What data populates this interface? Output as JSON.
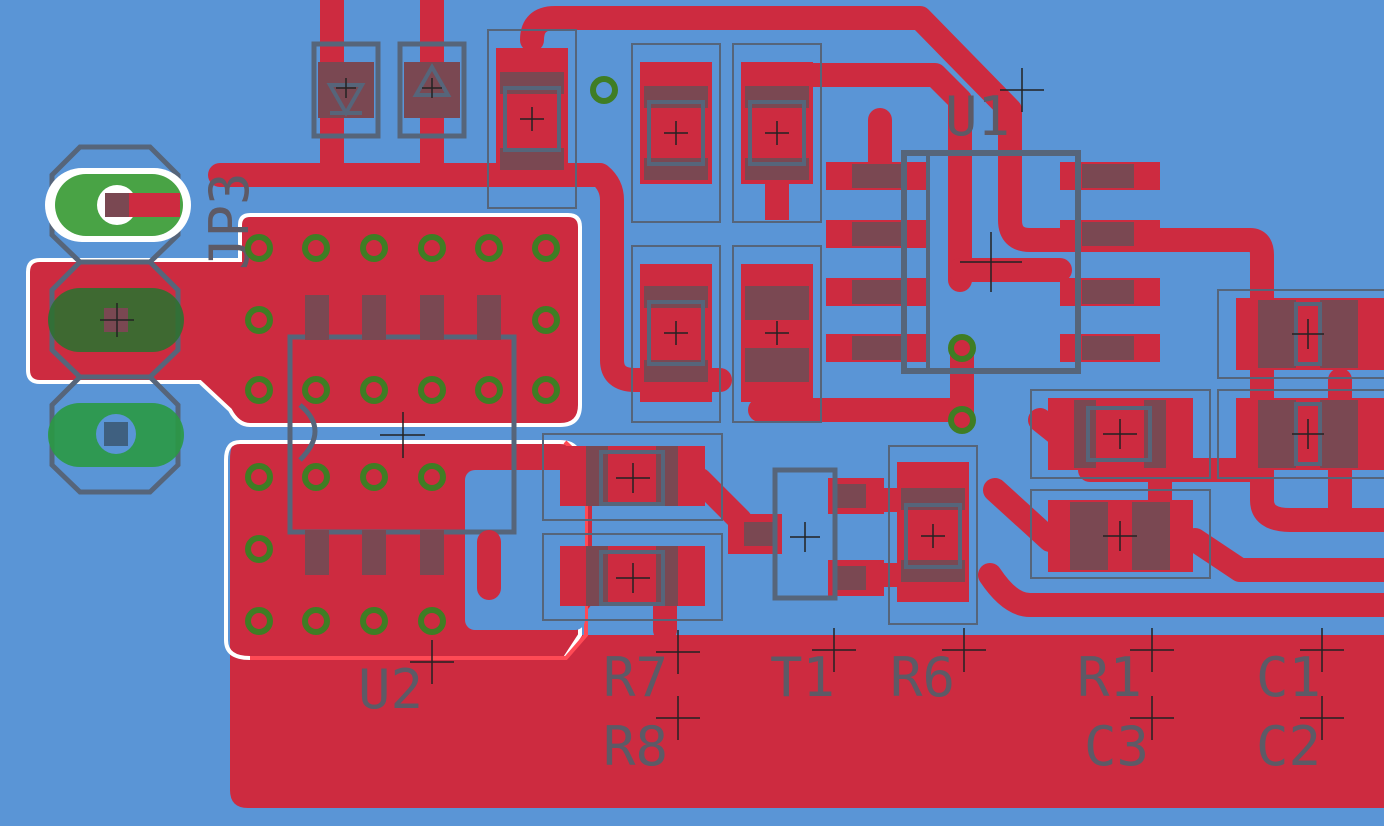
{
  "board": {
    "background_color": "#5a95d6",
    "copper_color": "#cd2b40",
    "pad_color": "#7a4852",
    "outline_color": "#56657a",
    "via_color": "#3f7d24",
    "silk_color": "#5d5a66",
    "highlight_color": "#ffffff",
    "jumper_color": "#2a9944"
  },
  "labels": {
    "jp3": "JP3",
    "u1": "U1",
    "u2": "U2",
    "r7": "R7",
    "r8": "R8",
    "t1": "T1",
    "r6": "R6",
    "r1": "R1",
    "c1": "C1",
    "c3": "C3",
    "c2": "C2"
  }
}
